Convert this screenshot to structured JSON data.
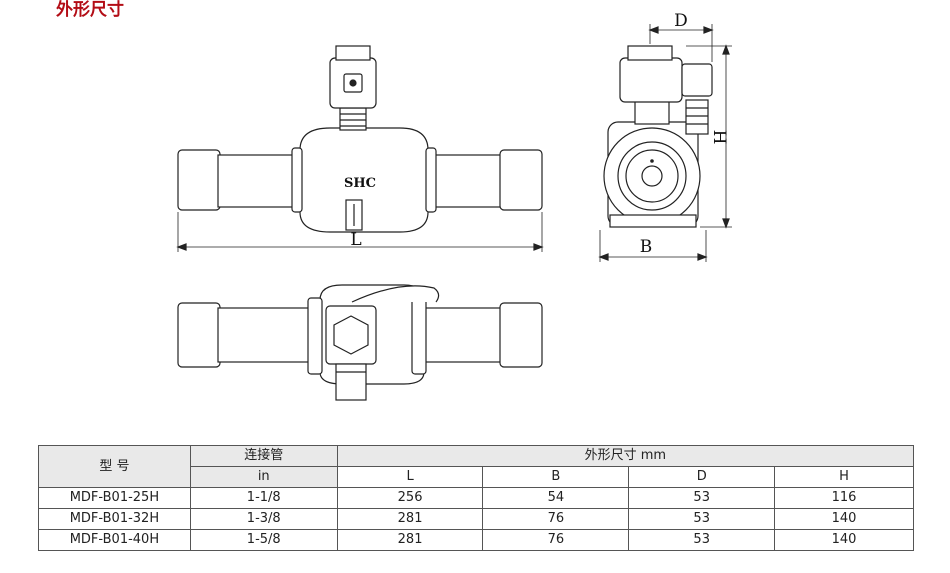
{
  "section": {
    "title": "外形尺寸"
  },
  "drawing": {
    "brand_mark": "SHC",
    "dim_labels": {
      "length": "L",
      "width": "B",
      "depth": "D",
      "height": "H"
    }
  },
  "table": {
    "header": {
      "model": "型 号",
      "connection": "连接管",
      "connection_unit": "in",
      "dims_group": "外形尺寸 mm",
      "dim_cols": [
        "L",
        "B",
        "D",
        "H"
      ]
    },
    "rows": [
      {
        "model": "MDF-B01-25H",
        "connection": "1-1/8",
        "L": "256",
        "B": "54",
        "D": "53",
        "H": "116"
      },
      {
        "model": "MDF-B01-32H",
        "connection": "1-3/8",
        "L": "281",
        "B": "76",
        "D": "53",
        "H": "140"
      },
      {
        "model": "MDF-B01-40H",
        "connection": "1-5/8",
        "L": "281",
        "B": "76",
        "D": "53",
        "H": "140"
      }
    ]
  }
}
